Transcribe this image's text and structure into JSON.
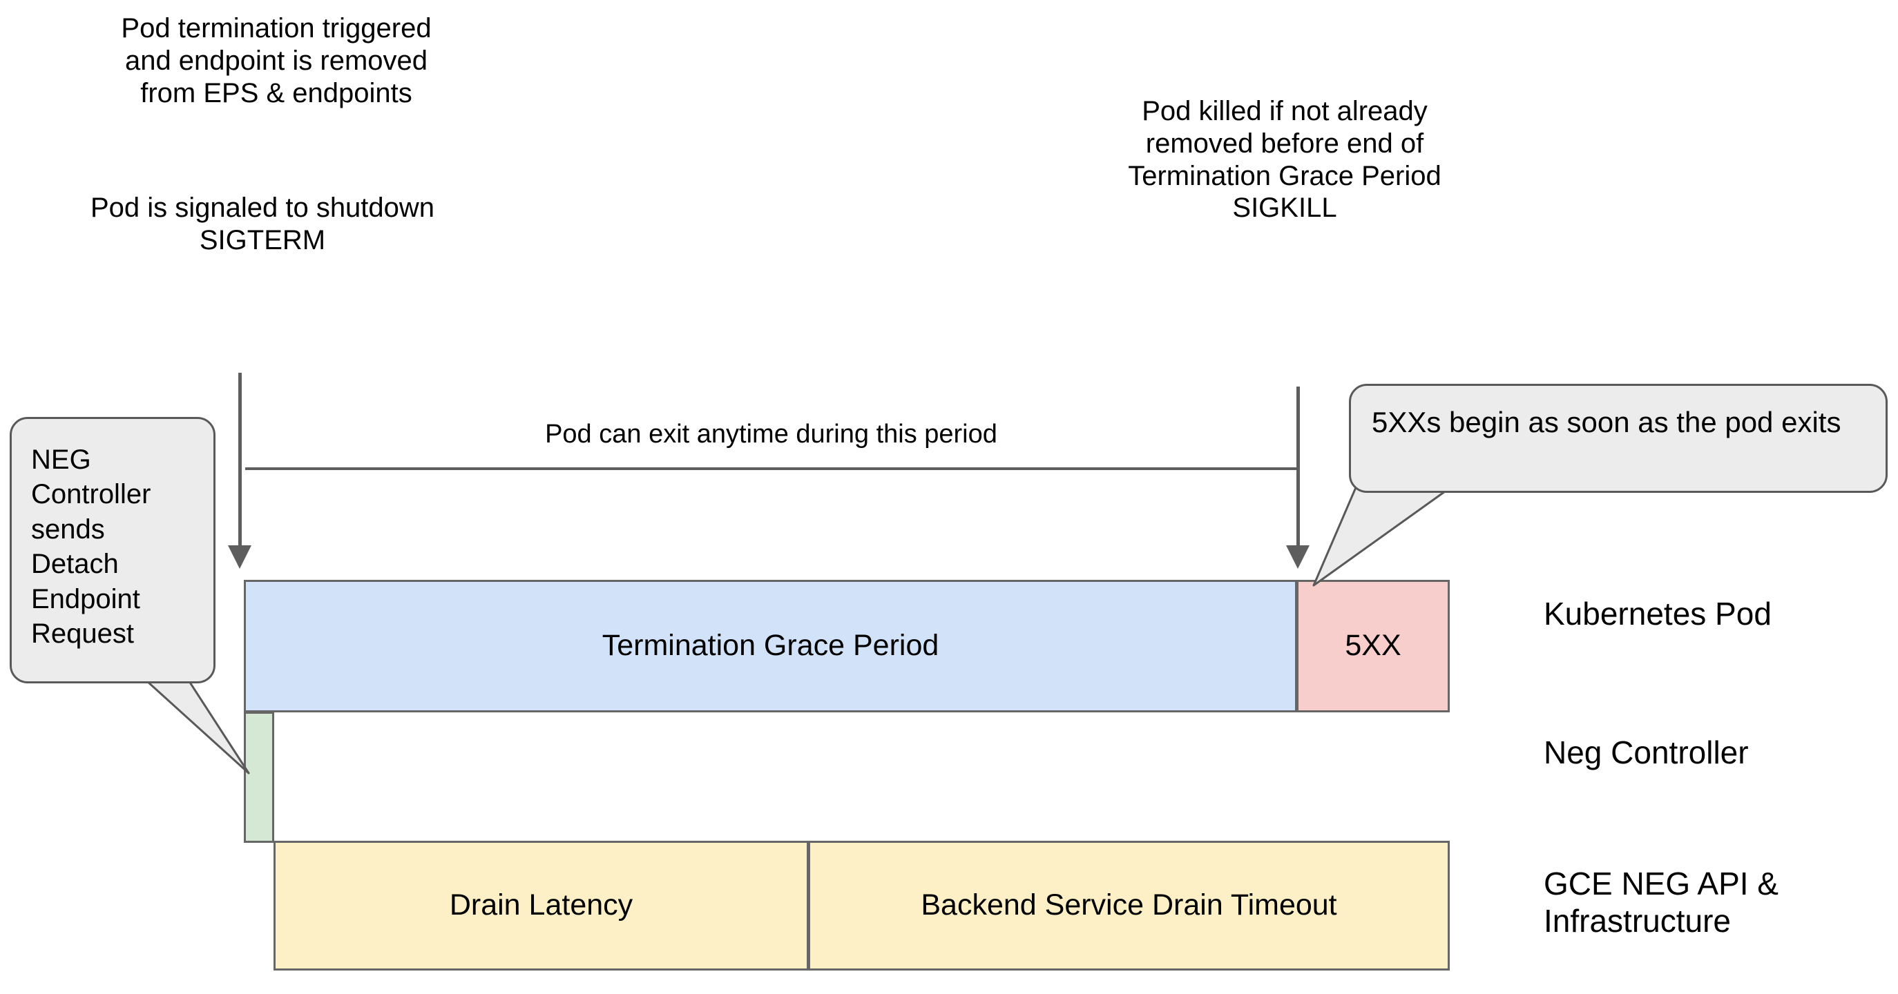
{
  "notes": {
    "termination": "Pod termination triggered\nand endpoint is removed\nfrom EPS & endpoints",
    "sigterm": "Pod is signaled to shutdown\nSIGTERM",
    "sigkill": "Pod killed if not already\nremoved before end of\nTermination Grace Period\nSIGKILL"
  },
  "span": {
    "caption": "Pod can exit anytime during this period"
  },
  "callouts": {
    "neg_controller": "NEG Controller sends Detach Endpoint Request",
    "five_xx": "5XXs begin as soon as the pod exits"
  },
  "bars": {
    "grace_period": "Termination Grace Period",
    "five_xx": "5XX",
    "neg_detach": "",
    "drain_latency": "Drain Latency",
    "backend_service_drain_timeout": "Backend Service Drain Timeout"
  },
  "lanes": [
    {
      "label": "Kubernetes Pod"
    },
    {
      "label": "Neg Controller"
    },
    {
      "label": "GCE NEG API &\nInfrastructure"
    }
  ],
  "colors": {
    "grace_period_fill": "#d2e2f9",
    "five_xx_fill": "#f8cecc",
    "neg_fill": "#d5e8d4",
    "drain_fill": "#fdf0c6",
    "callout_fill": "#ececec",
    "stroke": "#666666",
    "background": "#ffffff"
  }
}
